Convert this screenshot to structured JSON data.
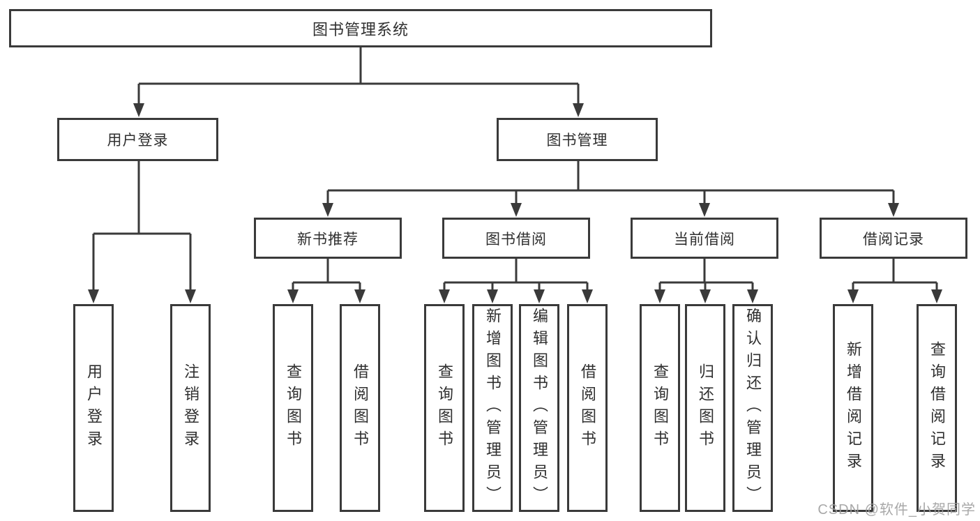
{
  "diagram": {
    "nodes": {
      "root": {
        "label": "图书管理系统"
      },
      "user_login": {
        "label": "用户登录"
      },
      "book_mgmt": {
        "label": "图书管理"
      },
      "new_book_rec": {
        "label": "新书推荐"
      },
      "book_borrow": {
        "label": "图书借阅"
      },
      "current_borrow": {
        "label": "当前借阅"
      },
      "borrow_records": {
        "label": "借阅记录"
      },
      "leaf_user_login": {
        "label": "用户登录"
      },
      "leaf_logout": {
        "label": "注销登录"
      },
      "leaf_rec_query_books": {
        "label": "查询图书"
      },
      "leaf_rec_borrow_books": {
        "label": "借阅图书"
      },
      "leaf_bb_query_books": {
        "label": "查询图书"
      },
      "leaf_bb_add_books": {
        "label": "新增图书（管理员）"
      },
      "leaf_bb_edit_books": {
        "label": "编辑图书（管理员）"
      },
      "leaf_bb_borrow_books": {
        "label": "借阅图书"
      },
      "leaf_cb_query_books": {
        "label": "查询图书"
      },
      "leaf_cb_return_books": {
        "label": "归还图书"
      },
      "leaf_cb_confirm_return": {
        "label": "确认归还（管理员）"
      },
      "leaf_br_add_record": {
        "label": "新增借阅记录"
      },
      "leaf_br_query_record": {
        "label": "查询借阅记录"
      }
    },
    "colors": {
      "line": "#3a3a3a",
      "text": "#2f2f2f",
      "background": "#ffffff",
      "watermark": "#9e9e9e"
    }
  },
  "watermark": {
    "text": "CSDN @软件_小贺同学"
  }
}
